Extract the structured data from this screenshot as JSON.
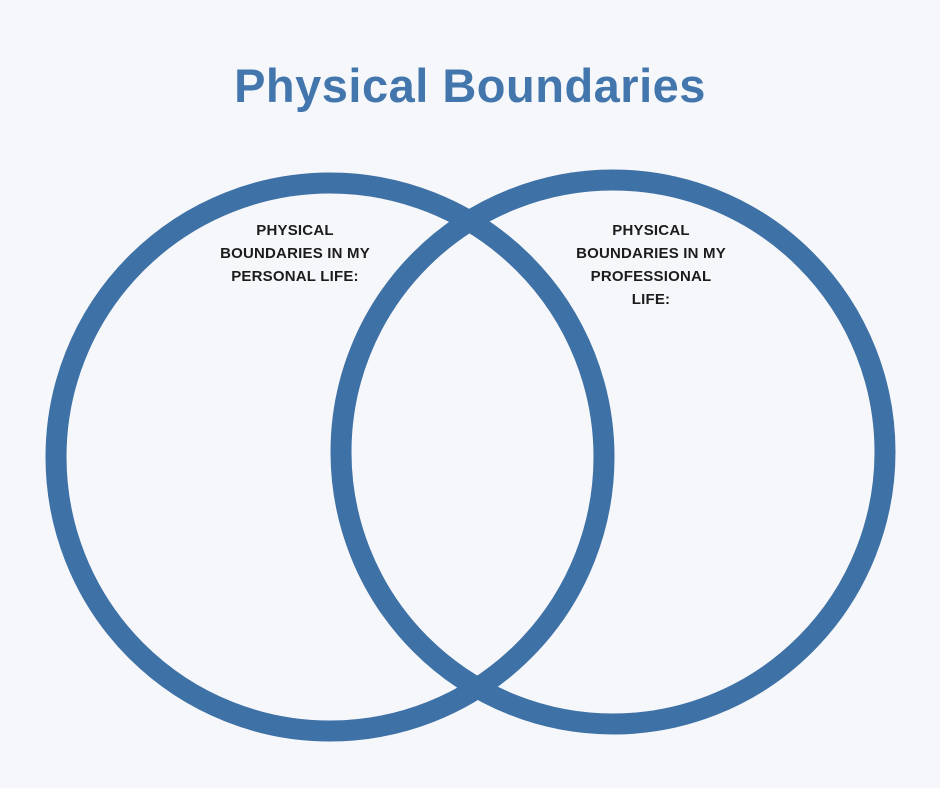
{
  "title": "Physical Boundaries",
  "colors": {
    "background": "#f6f7fa",
    "title": "#4276ad",
    "circle": "#3e71a6",
    "label_text": "#1c1c1c"
  },
  "venn": {
    "left_label": {
      "text": "PHYSICAL BOUNDARIES IN MY PERSONAL LIFE:",
      "lines": [
        "PHYSICAL",
        "BOUNDARIES IN MY",
        "PERSONAL LIFE:"
      ]
    },
    "right_label": {
      "text": "PHYSICAL BOUNDARIES IN MY PROFESSIONAL LIFE:",
      "lines": [
        "PHYSICAL",
        "BOUNDARIES IN MY",
        "PROFESSIONAL",
        "LIFE:"
      ]
    }
  }
}
